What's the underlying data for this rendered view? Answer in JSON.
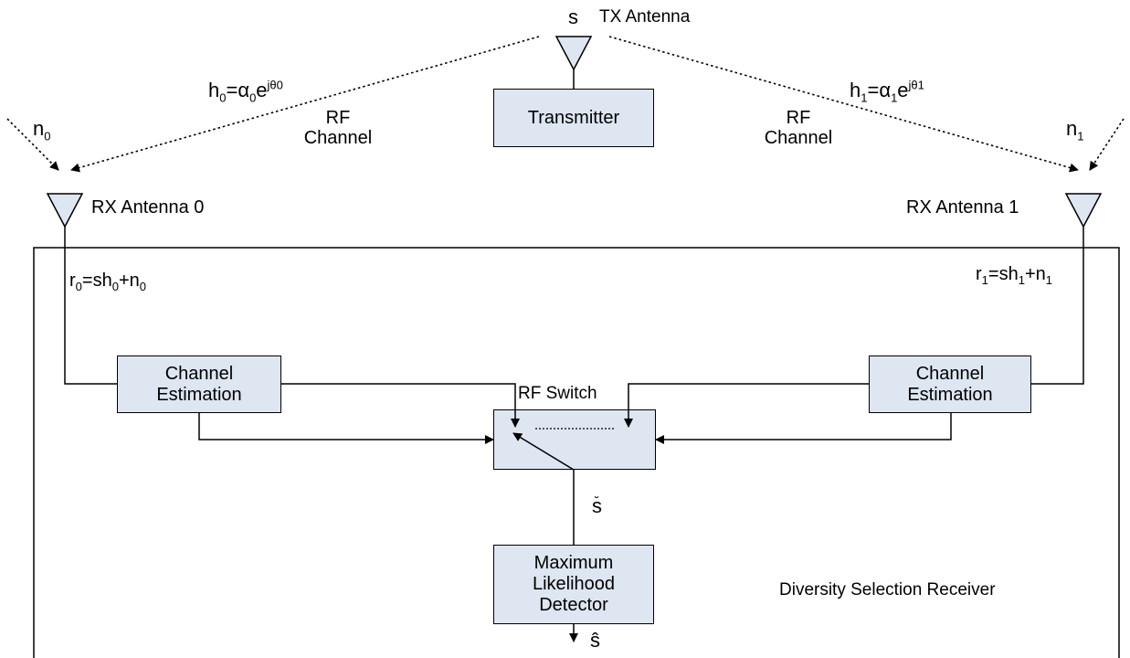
{
  "tx": {
    "symbol": "s",
    "antenna_label": "TX Antenna",
    "transmitter_label": "Transmitter"
  },
  "channels": {
    "left": {
      "gain_main": "h",
      "gain_sub": "0",
      "gain_eq": "=α",
      "gain_alpha_sub": "0",
      "gain_e": "e",
      "gain_exp": "jθ0",
      "rf_label_line1": "RF",
      "rf_label_line2": "Channel",
      "noise": "n",
      "noise_sub": "0"
    },
    "right": {
      "gain_main": "h",
      "gain_sub": "1",
      "gain_eq": "=α",
      "gain_alpha_sub": "1",
      "gain_e": "e",
      "gain_exp": "jθ1",
      "rf_label_line1": "RF",
      "rf_label_line2": "Channel",
      "noise": "n",
      "noise_sub": "1"
    }
  },
  "rx": {
    "antenna0_label": "RX Antenna 0",
    "antenna1_label": "RX Antenna 1",
    "r0": {
      "r": "r",
      "r_sub": "0",
      "eq": "=sh",
      "h_sub": "0",
      "plus": "+n",
      "n_sub": "0"
    },
    "r1": {
      "r": "r",
      "r_sub": "1",
      "eq": "=sh",
      "h_sub": "1",
      "plus": "+n",
      "n_sub": "1"
    }
  },
  "receiver": {
    "chan_est_left_line1": "Channel",
    "chan_est_left_line2": "Estimation",
    "chan_est_right_line1": "Channel",
    "chan_est_right_line2": "Estimation",
    "rf_switch_label": "RF Switch",
    "switch_output_symbol": "s",
    "mld_line1": "Maximum",
    "mld_line2": "Likelihood",
    "mld_line3": "Detector",
    "output_symbol": "ŝ",
    "title": "Diversity Selection Receiver"
  },
  "colors": {
    "block_fill": "#dde6f1",
    "line": "#000000"
  }
}
